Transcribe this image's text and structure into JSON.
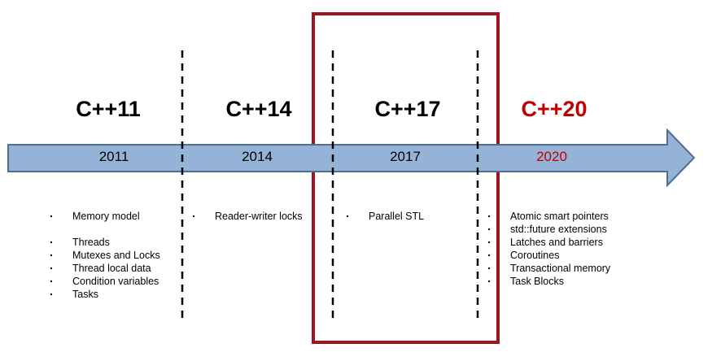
{
  "colors": {
    "arrow_fill": "#95b3d7",
    "arrow_stroke": "#4f6e96",
    "highlight_box": "#a0141e",
    "future_text": "#c00000",
    "text": "#000000"
  },
  "timeline": [
    {
      "standard": "C++11",
      "year": "2011",
      "features": [
        "Memory model",
        "Threads",
        "Mutexes and Locks",
        "Thread local data",
        "Condition variables",
        "Tasks"
      ]
    },
    {
      "standard": "C++14",
      "year": "2014",
      "features": [
        "Reader-writer  locks"
      ]
    },
    {
      "standard": "C++17",
      "year": "2017",
      "features": [
        "Parallel STL"
      ],
      "highlighted": true
    },
    {
      "standard": "C++20",
      "year": "2020",
      "features": [
        "Atomic smart pointers",
        "std::future extensions",
        "Latches and barriers",
        "Coroutines",
        "Transactional memory",
        "Task Blocks"
      ],
      "future": true
    }
  ]
}
